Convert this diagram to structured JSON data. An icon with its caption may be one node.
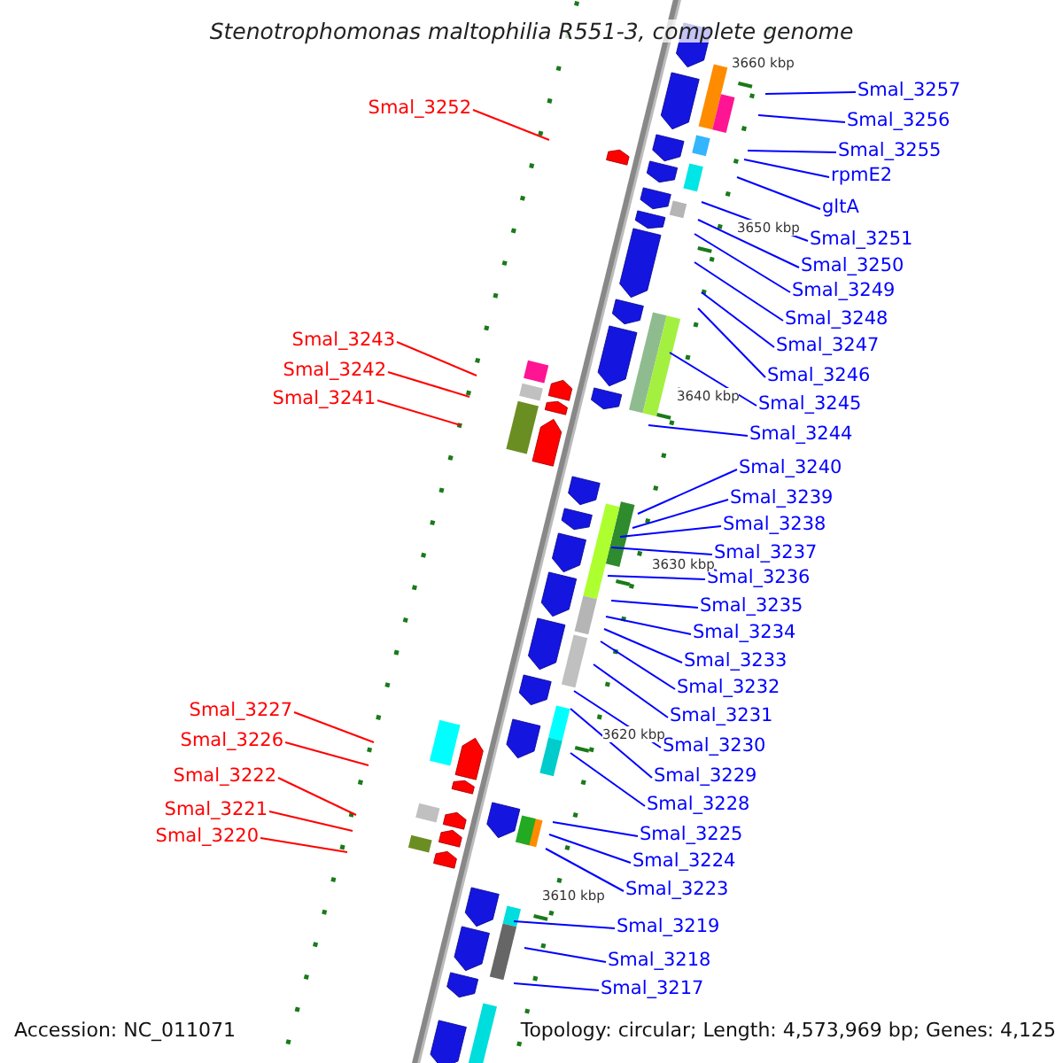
{
  "diagram": {
    "title": "Stenotrophomonas maltophilia R551-3, complete genome",
    "nodes": [
      {
        "text": [
          "Smal_3257"
        ]
      },
      {
        "text": [
          "Smal_3256"
        ]
      },
      {
        "text": [
          "Smal_3255"
        ]
      },
      {
        "text": [
          "rpmE2"
        ]
      },
      {
        "text": [
          "gltA"
        ]
      },
      {
        "text": [
          "Smal_3251"
        ]
      },
      {
        "text": [
          "Smal_3250"
        ]
      },
      {
        "text": [
          "Smal_3249"
        ]
      },
      {
        "text": [
          "Smal_3248"
        ]
      },
      {
        "text": [
          "Smal_3247"
        ]
      },
      {
        "text": [
          "Smal_3246"
        ]
      },
      {
        "text": [
          "Smal_3245"
        ]
      },
      {
        "text": [
          "Smal_3244"
        ]
      },
      {
        "text": [
          "Smal_3240"
        ]
      },
      {
        "text": [
          "Smal_3239"
        ]
      },
      {
        "text": [
          "Smal_3238"
        ]
      },
      {
        "text": [
          "Smal_3237"
        ]
      },
      {
        "text": [
          "Smal_3236"
        ]
      },
      {
        "text": [
          "Smal_3235"
        ]
      },
      {
        "text": [
          "Smal_3234"
        ]
      },
      {
        "text": [
          "Smal_3233"
        ]
      },
      {
        "text": [
          "Smal_3232"
        ]
      },
      {
        "text": [
          "Smal_3231"
        ]
      },
      {
        "text": [
          "Smal_3230"
        ]
      },
      {
        "text": [
          "Smal_3229"
        ]
      },
      {
        "text": [
          "Smal_3228"
        ]
      },
      {
        "text": [
          "Smal_3225"
        ]
      },
      {
        "text": [
          "Smal_3224"
        ]
      },
      {
        "text": [
          "Smal_3223"
        ]
      },
      {
        "text": [
          "Smal_3219"
        ]
      },
      {
        "text": [
          "Smal_3218"
        ]
      },
      {
        "text": [
          "Smal_3217"
        ]
      },
      {
        "text": [
          "Smal_3252"
        ]
      },
      {
        "text": [
          "Smal_3243"
        ]
      },
      {
        "text": [
          "Smal_3242"
        ]
      },
      {
        "text": [
          "Smal_3241"
        ]
      },
      {
        "text": [
          "Smal_3227"
        ]
      },
      {
        "text": [
          "Smal_3226"
        ]
      },
      {
        "text": [
          "Smal_3222"
        ]
      },
      {
        "text": [
          "Smal_3221"
        ]
      },
      {
        "text": [
          "Smal_3220"
        ]
      }
    ],
    "edges": [
      {
        "from": 0,
        "to": null,
        "arrow": "none"
      },
      {
        "from": 1,
        "to": null,
        "arrow": "none"
      },
      {
        "from": 2,
        "to": null,
        "arrow": "none"
      },
      {
        "from": 3,
        "to": null,
        "arrow": "none"
      },
      {
        "from": 4,
        "to": null,
        "arrow": "none"
      },
      {
        "from": 5,
        "to": null,
        "arrow": "none"
      },
      {
        "from": 6,
        "to": null,
        "arrow": "none"
      },
      {
        "from": 7,
        "to": null,
        "arrow": "none"
      },
      {
        "from": 8,
        "to": null,
        "arrow": "none"
      },
      {
        "from": 9,
        "to": null,
        "arrow": "none"
      },
      {
        "from": 10,
        "to": null,
        "arrow": "none"
      },
      {
        "from": 11,
        "to": null,
        "arrow": "none"
      },
      {
        "from": 12,
        "to": null,
        "arrow": "none"
      },
      {
        "from": 13,
        "to": null,
        "arrow": "none"
      },
      {
        "from": 14,
        "to": null,
        "arrow": "none"
      },
      {
        "from": 15,
        "to": null,
        "arrow": "none"
      },
      {
        "from": 16,
        "to": null,
        "arrow": "none"
      },
      {
        "from": 17,
        "to": null,
        "arrow": "none"
      },
      {
        "from": 18,
        "to": null,
        "arrow": "none"
      },
      {
        "from": 19,
        "to": null,
        "arrow": "none"
      },
      {
        "from": 20,
        "to": null,
        "arrow": "none"
      },
      {
        "from": 21,
        "to": null,
        "arrow": "none"
      },
      {
        "from": 22,
        "to": null,
        "arrow": "none"
      },
      {
        "from": 23,
        "to": null,
        "arrow": "none"
      },
      {
        "from": 24,
        "to": null,
        "arrow": "none"
      },
      {
        "from": 25,
        "to": null,
        "arrow": "none"
      },
      {
        "from": 26,
        "to": null,
        "arrow": "none"
      },
      {
        "from": 27,
        "to": null,
        "arrow": "none"
      },
      {
        "from": 28,
        "to": null,
        "arrow": "none"
      },
      {
        "from": 29,
        "to": null,
        "arrow": "none"
      },
      {
        "from": 30,
        "to": null,
        "arrow": "none"
      },
      {
        "from": 31,
        "to": null,
        "arrow": "none"
      },
      {
        "from": 32,
        "to": null,
        "arrow": "none",
        "color": "#ff0000"
      },
      {
        "from": 33,
        "to": null,
        "arrow": "none",
        "color": "#ff0000"
      },
      {
        "from": 34,
        "to": null,
        "arrow": "none",
        "color": "#ff0000"
      },
      {
        "from": 35,
        "to": null,
        "arrow": "none",
        "color": "#ff0000"
      },
      {
        "from": 36,
        "to": null,
        "arrow": "none",
        "color": "#ff0000"
      },
      {
        "from": 37,
        "to": null,
        "arrow": "none",
        "color": "#ff0000"
      },
      {
        "from": 38,
        "to": null,
        "arrow": "none",
        "color": "#ff0000"
      },
      {
        "from": 39,
        "to": null,
        "arrow": "none",
        "color": "#ff0000"
      },
      {
        "from": 40,
        "to": null,
        "arrow": "none",
        "color": "#ff0000"
      }
    ],
    "labels": [
      "3660 kbp",
      "3650 kbp",
      "3640 kbp",
      "3630 kbp",
      "3620 kbp",
      "3610 kbp",
      "Accession: NC_011071",
      "Topology: circular; Length: 4,573,969 bp; Genes: 4,125"
    ]
  }
}
